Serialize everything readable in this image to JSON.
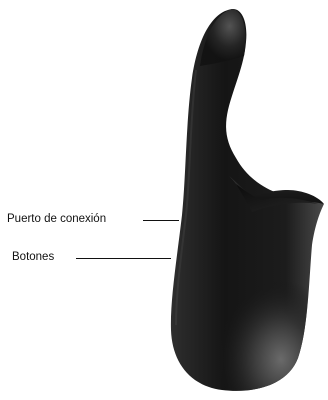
{
  "diagram": {
    "product_icon": "silhouette-massager",
    "colors": {
      "body_dark": "#141414",
      "body_mid": "#3a3a3a",
      "body_highlight": "#6e6e6e",
      "leader_line": "#111111",
      "label_text": "#111111",
      "background": "#ffffff"
    },
    "callouts": [
      {
        "label": "Puerto de conexión"
      },
      {
        "label": "Botones"
      }
    ]
  }
}
